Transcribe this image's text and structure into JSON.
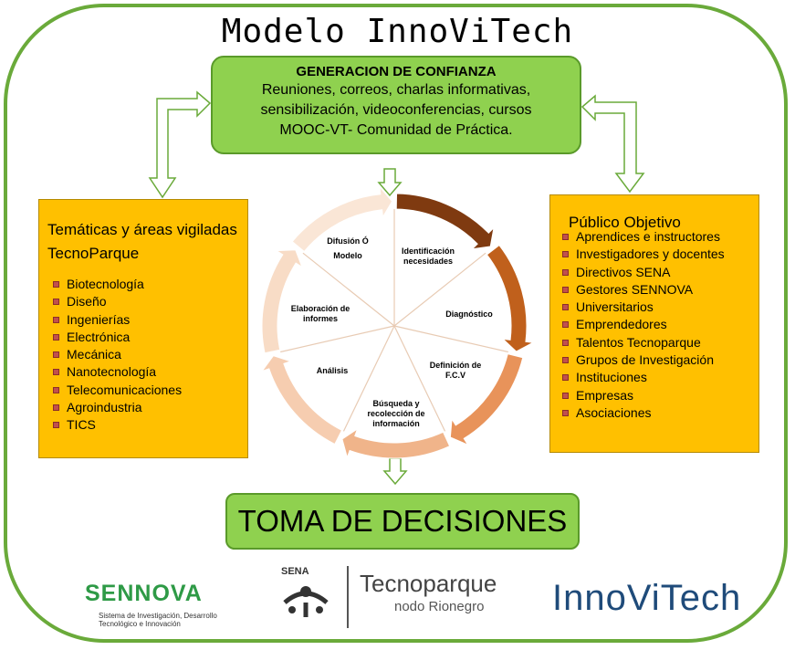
{
  "title": "Modelo InnoViTech",
  "confianza": {
    "heading": "GENERACION DE CONFIANZA",
    "lines": [
      "Reuniones, correos, charlas informativas,",
      "sensibilización, videoconferencias, cursos",
      "MOOC-VT- Comunidad de Práctica."
    ]
  },
  "left_panel": {
    "title": "Temáticas y áreas vigiladas TecnoParque",
    "items": [
      "Biotecnología",
      "Diseño",
      "Ingenierías",
      "Electrónica",
      "Mecánica",
      "Nanotecnología",
      "Telecomunicaciones",
      "Agroindustria",
      "TICS"
    ]
  },
  "right_panel": {
    "title": "Público Objetivo",
    "items": [
      "Aprendices e instructores",
      "Investigadores y docentes",
      "Directivos SENA",
      "Gestores SENNOVA",
      "Universitarios",
      "Emprendedores",
      "Talentos Tecnoparque",
      "Grupos de Investigación",
      "Instituciones",
      "Empresas",
      "Asociaciones"
    ]
  },
  "cycle": {
    "steps": [
      "Identificación necesidades",
      "Diagnóstico",
      "Definición de F.C.V",
      "Búsqueda y recolección de información",
      "Análisis",
      "Elaboración de informes",
      "Difusión Ó Modelo"
    ],
    "colors": [
      "#7f3a10",
      "#c0601c",
      "#e8935a",
      "#f0b48a",
      "#f6cdb0",
      "#f8dcc6",
      "#fae6d6"
    ]
  },
  "decision": "TOMA DE DECISIONES",
  "logos": {
    "sennova": "SENNOVA",
    "sennova_sub": "Sistema de Investigación, Desarrollo Tecnológico e Innovación",
    "sena": "SENA",
    "tecnoparque": "Tecnoparque",
    "tecnoparque_sub": "nodo Rionegro",
    "innovitech": "InnoViTech"
  },
  "colors": {
    "frame": "#6aaa3a",
    "green_box": "#8fd14f",
    "orange_panel": "#ffc000",
    "bullet": "#c0504d"
  }
}
